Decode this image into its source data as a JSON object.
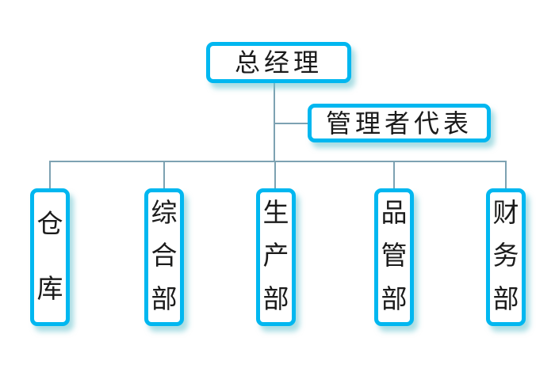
{
  "org_chart": {
    "type": "org-tree",
    "root": {
      "label": "总经理"
    },
    "assistant": {
      "label": "管理者代表"
    },
    "departments": [
      {
        "label": "仓库"
      },
      {
        "label": "综合部"
      },
      {
        "label": "生产部"
      },
      {
        "label": "品管部"
      },
      {
        "label": "财务部"
      }
    ]
  },
  "style": {
    "box_border_color": "#00b7f0",
    "box_fill_color": "#ffffff",
    "box_shadow_color": "#9fd9e0",
    "connector_color": "#7da2b2",
    "text_color": "#1b1b1b",
    "background_color": "#ffffff"
  }
}
